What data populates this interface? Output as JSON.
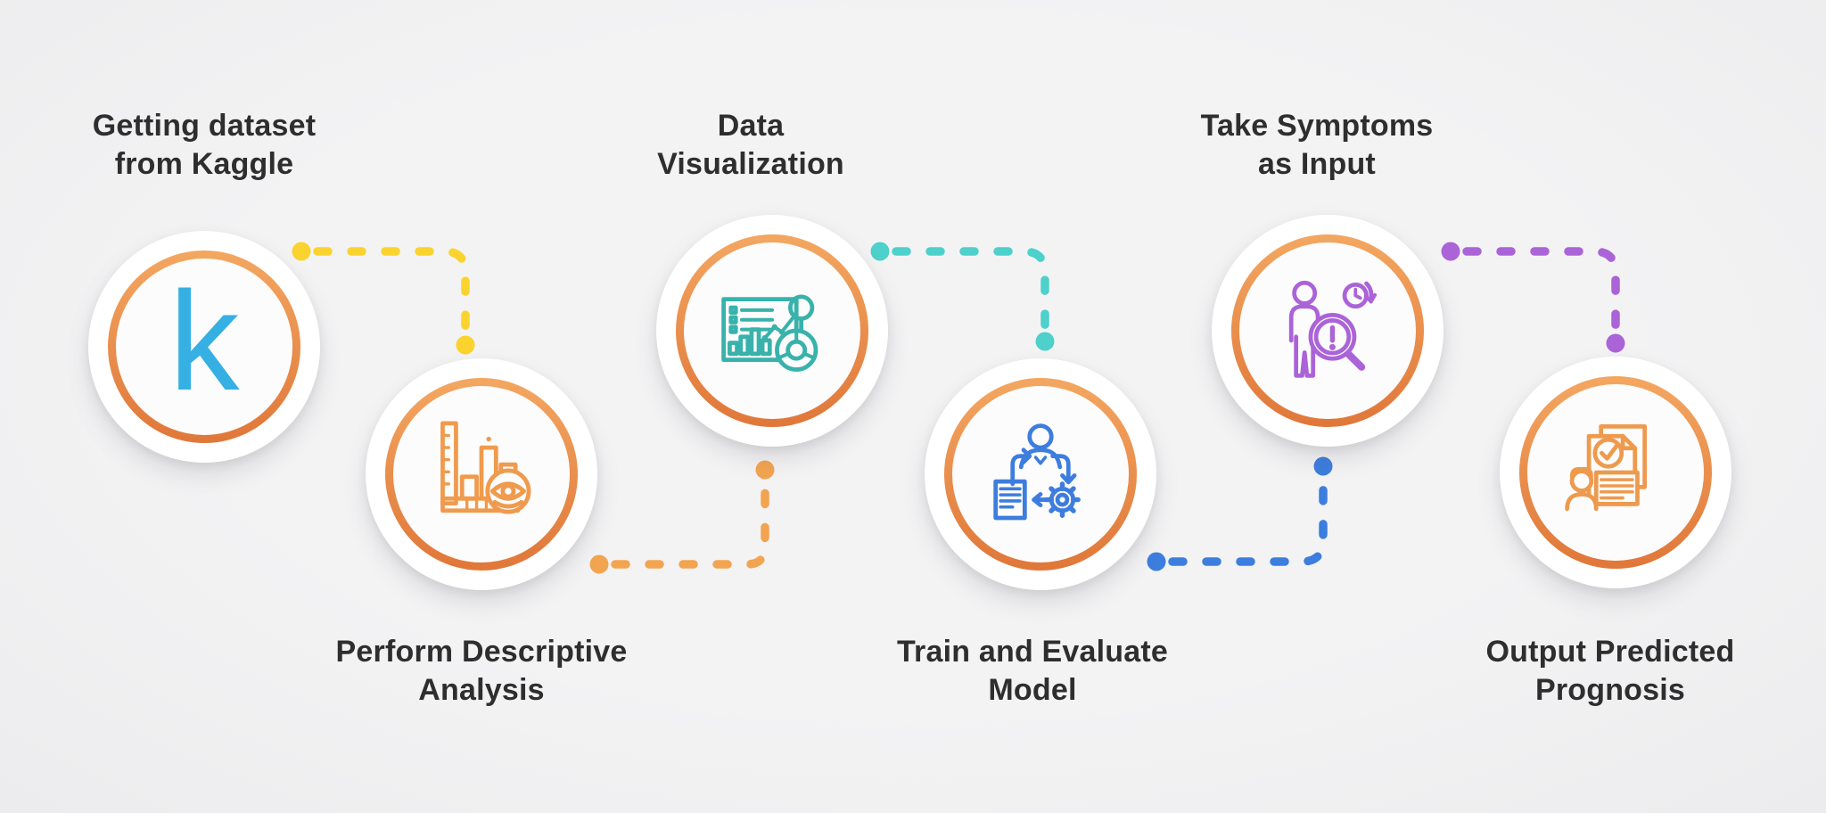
{
  "diagram": {
    "type": "process-flow-infographic",
    "background_color": "#f1f1f2",
    "label_text_color": "#2e2e2e",
    "ring_gradient": [
      "#f3a660",
      "#e0783a"
    ],
    "kaggle_glyph": "k"
  },
  "steps": [
    {
      "label": "Getting dataset\nfrom Kaggle",
      "icon": "kaggle-k-icon",
      "icon_color": "#36b0e2",
      "row": "top"
    },
    {
      "label": "Perform Descriptive\nAnalysis",
      "icon": "bar-chart-eye-icon",
      "icon_color": "#f09a4d",
      "row": "bottom"
    },
    {
      "label": "Data\nVisualization",
      "icon": "dashboard-charts-icon",
      "icon_color": "#38b2ab",
      "row": "top"
    },
    {
      "label": "Train and Evaluate\nModel",
      "icon": "person-document-gear-icon",
      "icon_color": "#3d7dde",
      "row": "bottom"
    },
    {
      "label": "Take Symptoms\nas Input",
      "icon": "person-magnifier-alert-icon",
      "icon_color": "#ab63d8",
      "row": "top"
    },
    {
      "label": "Output Predicted\nPrognosis",
      "icon": "documents-checkmark-person-icon",
      "icon_color": "#ee9a4e",
      "row": "bottom"
    }
  ],
  "connectors": [
    {
      "from": 1,
      "to": 2,
      "color": "#fbd32e",
      "style": "dashed"
    },
    {
      "from": 2,
      "to": 3,
      "color": "#f3a450",
      "style": "dashed"
    },
    {
      "from": 3,
      "to": 4,
      "color": "#4ed0cb",
      "style": "dashed"
    },
    {
      "from": 4,
      "to": 5,
      "color": "#3d7dde",
      "style": "dashed"
    },
    {
      "from": 5,
      "to": 6,
      "color": "#ab63d8",
      "style": "dashed"
    }
  ]
}
